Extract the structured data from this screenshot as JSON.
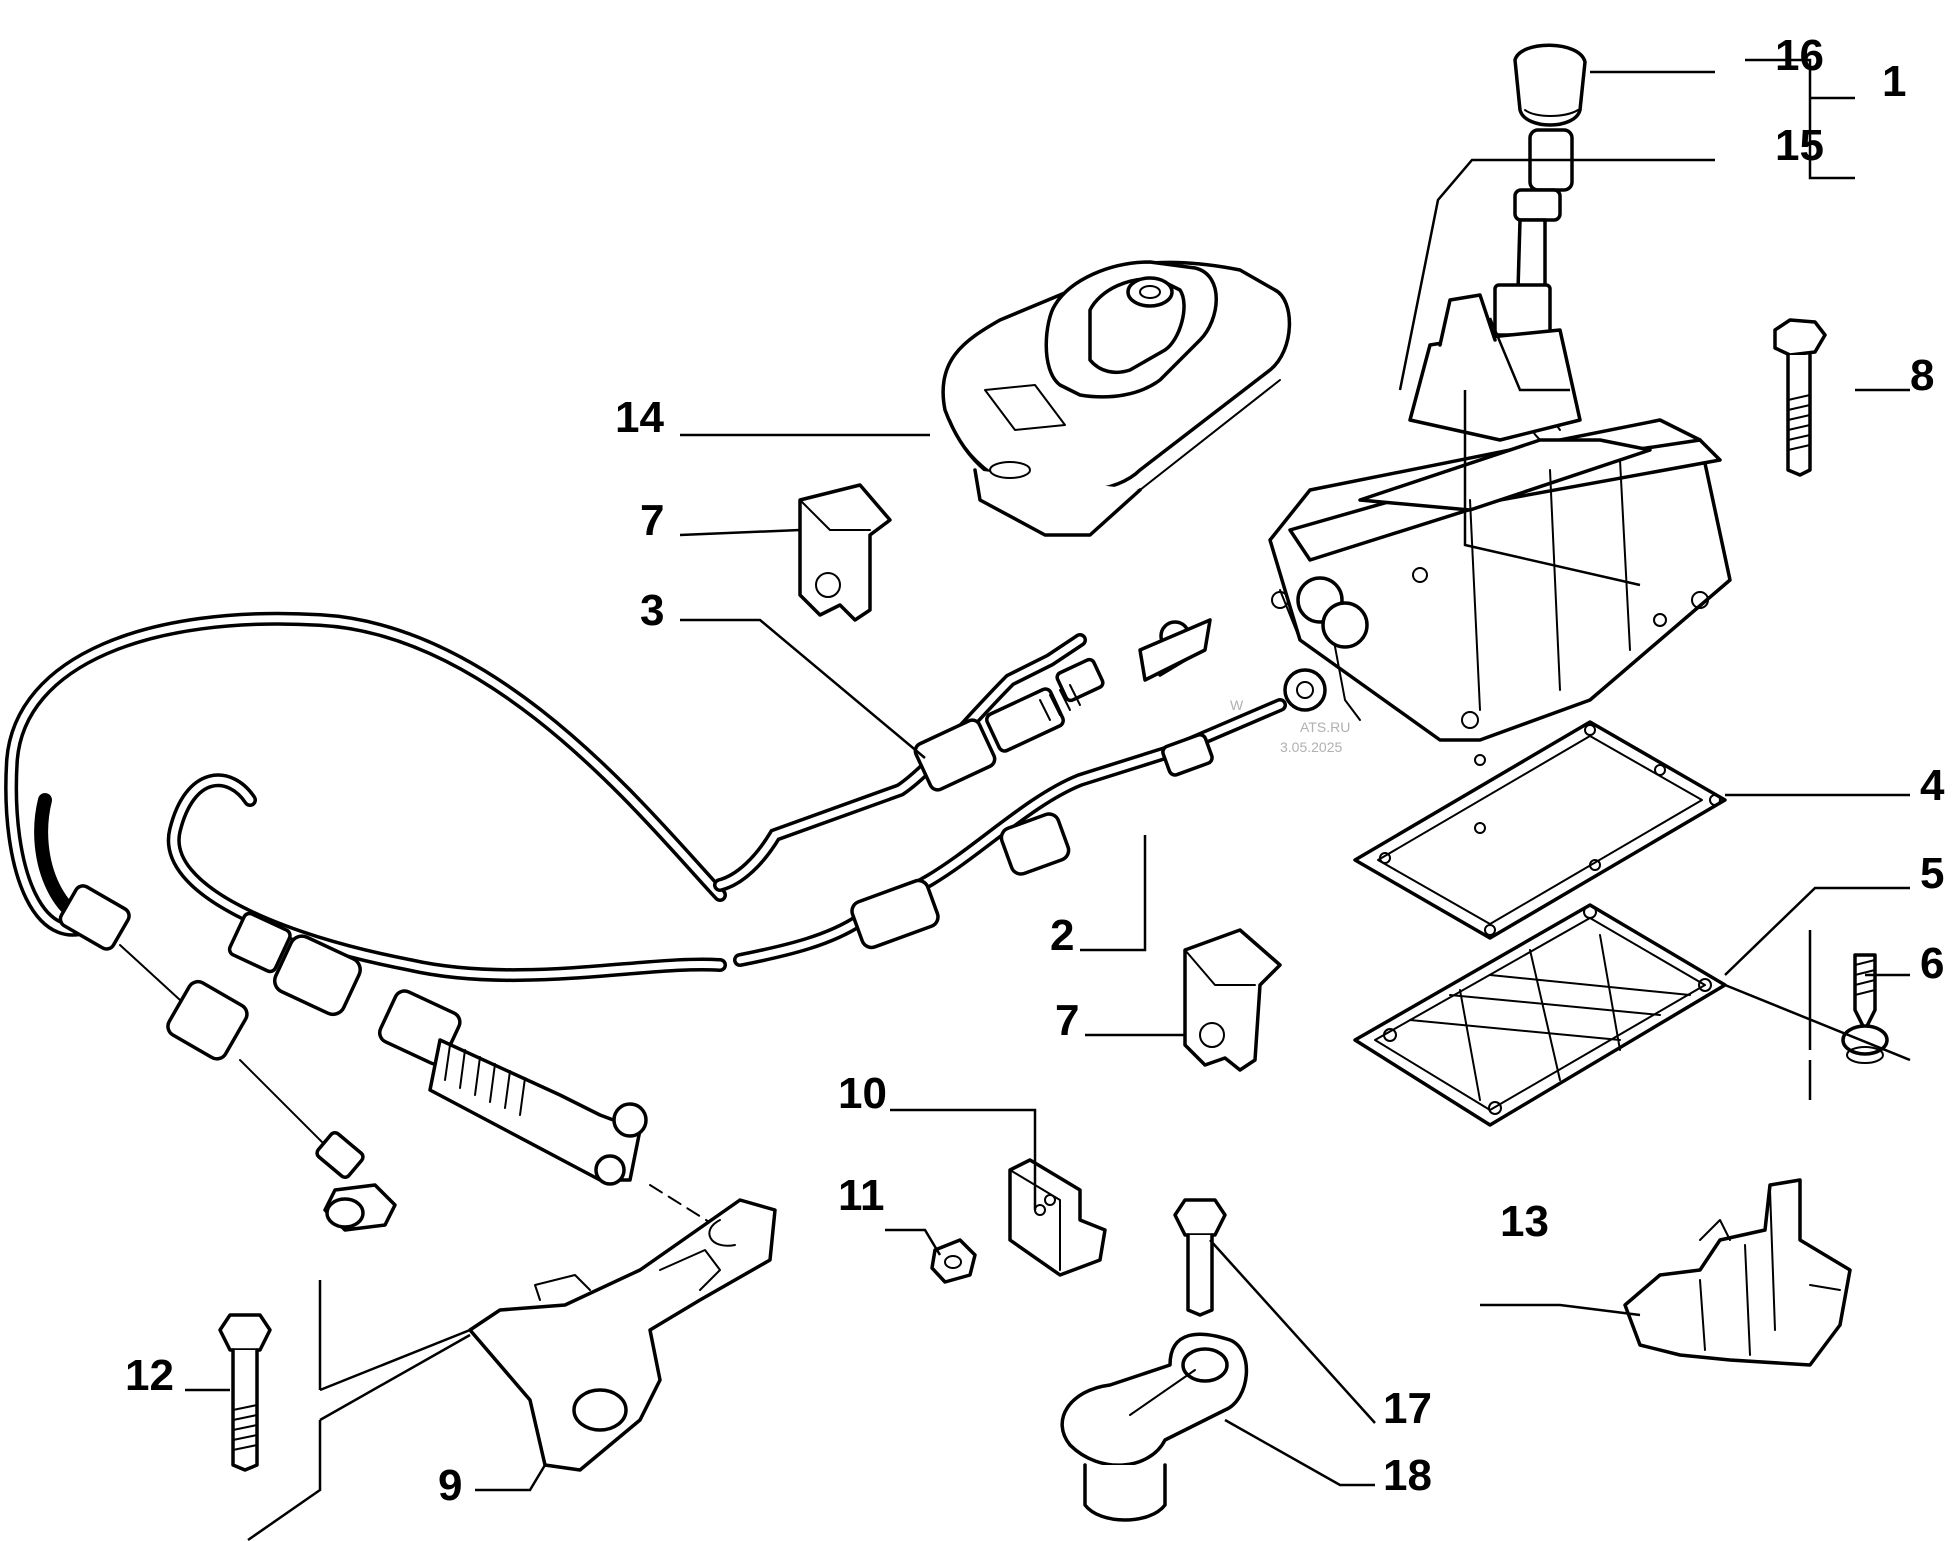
{
  "watermark": {
    "line1": "W",
    "line2": "ATS.RU",
    "line3": "3.05.2025"
  },
  "labels": {
    "n1": "1",
    "n2": "2",
    "n3": "3",
    "n4": "4",
    "n5": "5",
    "n6": "6",
    "n7a": "7",
    "n7b": "7",
    "n8": "8",
    "n9": "9",
    "n10": "10",
    "n11": "11",
    "n12": "12",
    "n13": "13",
    "n14": "14",
    "n15": "15",
    "n16": "16",
    "n17": "17",
    "n18": "18"
  }
}
